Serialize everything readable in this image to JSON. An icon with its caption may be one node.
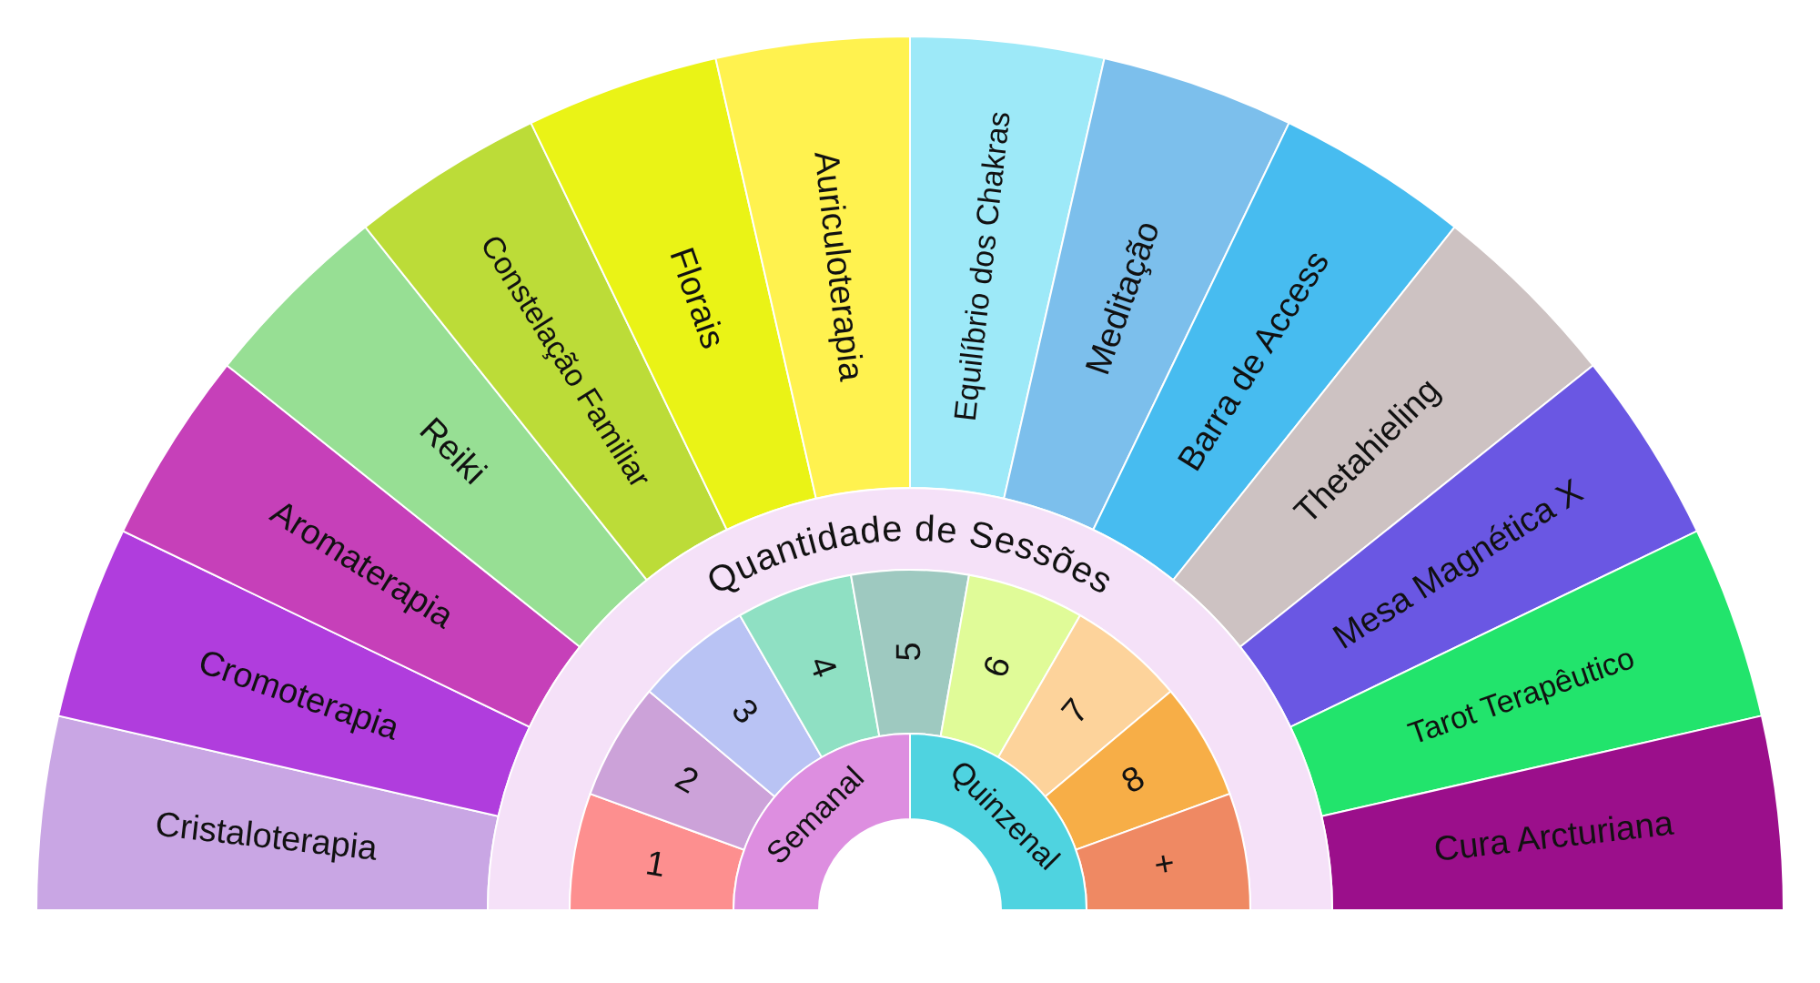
{
  "diagram": {
    "nodes": [
      {
        "text": [
          "Cristaloterapia"
        ]
      },
      {
        "text": [
          "Cromoterapia"
        ]
      },
      {
        "text": [
          "Aromaterapia"
        ]
      },
      {
        "text": [
          "Reiki"
        ]
      },
      {
        "text": [
          "Constelação Familiar"
        ]
      },
      {
        "text": [
          "Florais"
        ]
      },
      {
        "text": [
          "Auriculoterapia"
        ]
      },
      {
        "text": [
          "Equilíbrio dos Chakras"
        ]
      },
      {
        "text": [
          "Meditação"
        ]
      },
      {
        "text": [
          "Barra de Access"
        ]
      },
      {
        "text": [
          "Thetahieling"
        ]
      },
      {
        "text": [
          "Mesa Magnética X"
        ]
      },
      {
        "text": [
          "Tarot Terapêutico"
        ]
      },
      {
        "text": [
          "Cura Arcturiana"
        ]
      },
      {
        "text": [
          "Quantidade de Sessões"
        ]
      },
      {
        "text": [
          "1"
        ]
      },
      {
        "text": [
          "2"
        ]
      },
      {
        "text": [
          "3"
        ]
      },
      {
        "text": [
          "4"
        ]
      },
      {
        "text": [
          "5"
        ]
      },
      {
        "text": [
          "6"
        ]
      },
      {
        "text": [
          "7"
        ]
      },
      {
        "text": [
          "8"
        ]
      },
      {
        "text": [
          "+"
        ]
      },
      {
        "text": [
          "Semanal"
        ]
      },
      {
        "text": [
          "Quinzenal"
        ]
      }
    ]
  }
}
